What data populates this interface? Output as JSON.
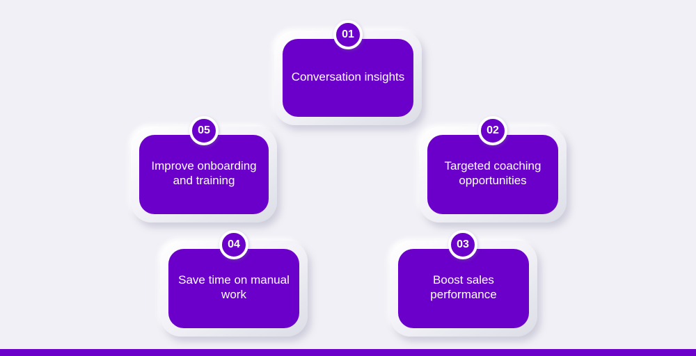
{
  "steps": [
    {
      "number": "01",
      "label": "Conversation insights"
    },
    {
      "number": "02",
      "label": "Targeted coaching opportunities"
    },
    {
      "number": "03",
      "label": "Boost sales performance"
    },
    {
      "number": "04",
      "label": "Save time on manual work"
    },
    {
      "number": "05",
      "label": "Improve onboarding and training"
    }
  ],
  "colors": {
    "background": "#f1f0f6",
    "accent": "#6a00c9",
    "text": "#ffffff"
  }
}
